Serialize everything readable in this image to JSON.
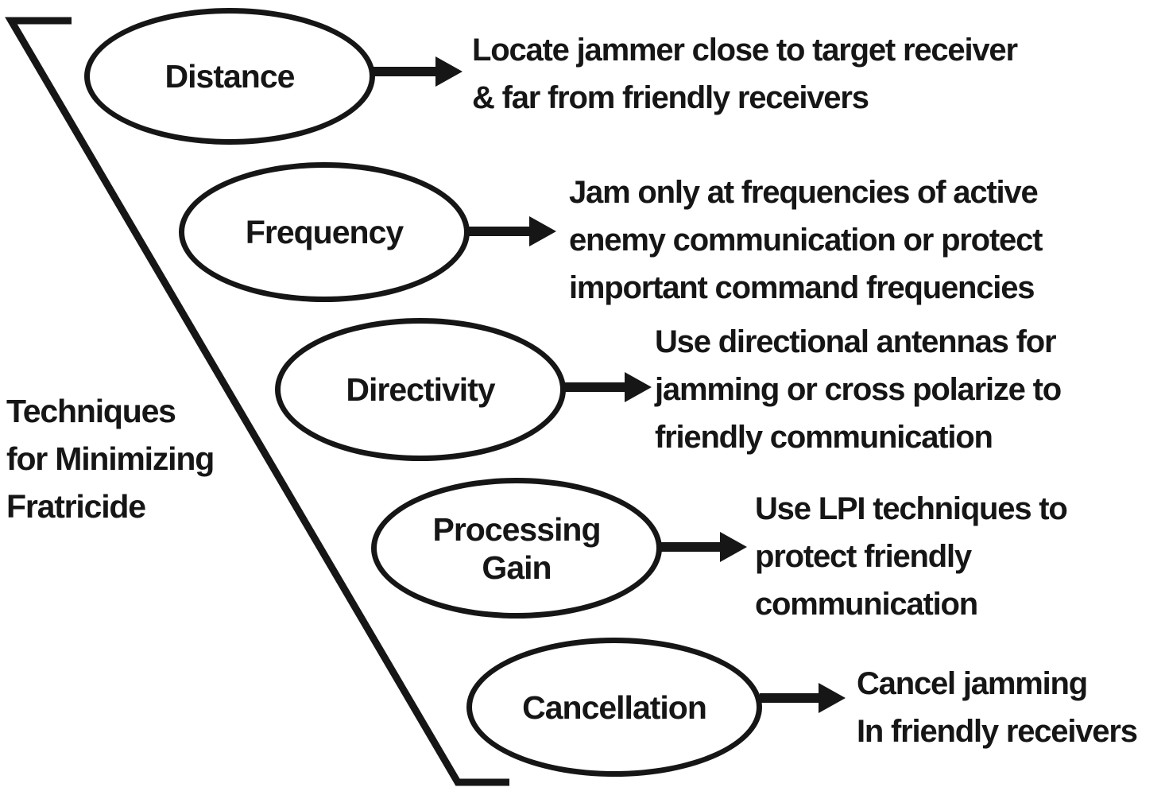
{
  "title": "Techniques\nfor Minimizing\nFratricide",
  "nodes": [
    {
      "label": "Distance",
      "description": "Locate jammer close to target receiver\n& far from friendly receivers"
    },
    {
      "label": "Frequency",
      "description": "Jam only at frequencies of active\nenemy communication or protect\nimportant command frequencies"
    },
    {
      "label": "Directivity",
      "description": "Use directional antennas for\njamming or cross polarize to\nfriendly communication"
    },
    {
      "label": "Processing\nGain",
      "description": "Use LPI techniques to\nprotect friendly\ncommunication"
    },
    {
      "label": "Cancellation",
      "description": "Cancel jamming\nIn friendly receivers"
    }
  ],
  "colors": {
    "ink": "#161616",
    "background": "#ffffff"
  }
}
